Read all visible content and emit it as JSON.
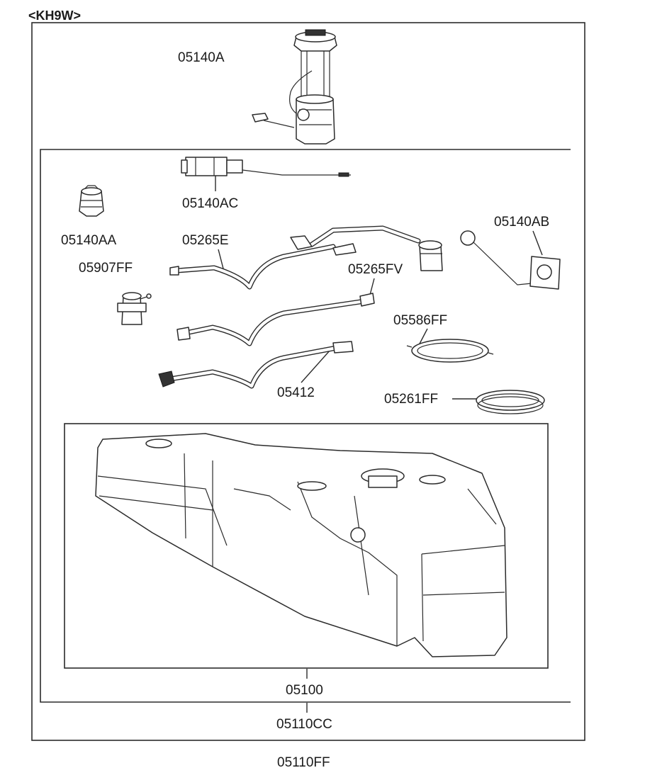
{
  "diagram": {
    "header_code": "<KH9W>",
    "labels": {
      "pump_assembly": "05140A",
      "pump_motor": "05140AC",
      "cap": "05140AA",
      "hose_e": "05265E",
      "filter": "05907FF",
      "hose_fv": "05265FV",
      "sender": "05140AB",
      "gasket": "05586FF",
      "hose_412": "05412",
      "lock_ring": "05261FF",
      "tank": "05100",
      "inner_group": "05110CC",
      "outer_group": "05110FF"
    }
  }
}
